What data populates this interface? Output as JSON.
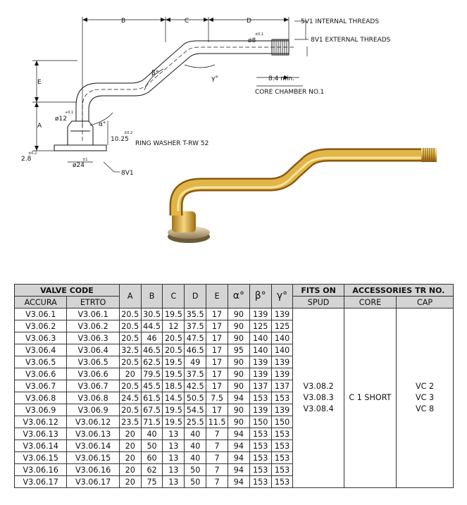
{
  "drawing": {
    "dimension_letters": {
      "a": "A",
      "b": "B",
      "c": "C",
      "d": "D",
      "e": "E"
    },
    "angles": {
      "alpha": "α°",
      "beta": "β°",
      "gamma": "γ°"
    },
    "labels": {
      "internal_threads": "5V1 INTERNAL THREADS",
      "external_threads": "8V1 EXTERNAL THREADS",
      "core_chamber": "CORE CHAMBER NO.1",
      "ring_washer": "RING WASHER T-RW 52",
      "base_thread": "8V1",
      "tube_dia": "ø8",
      "bend_dia": "ø12",
      "base_dia": "ø24",
      "core_len": "8.4 min.",
      "washer_h": "10.25",
      "base_h": "2.8"
    },
    "tolerances": {
      "tube_dia": "±0.1",
      "bend_dia": "+0.1",
      "washer_h": "±0.2",
      "base_h": "±0.2",
      "base_dia": "±1"
    },
    "colors": {
      "brass_light": "#f3d27a",
      "brass_mid": "#d9a535",
      "brass_dark": "#9c6a14",
      "washer": "#c9b48a"
    }
  },
  "table": {
    "group_headers": {
      "valve_code": "VALVE CODE",
      "fits_on": "FITS ON",
      "accessories": "ACCESSORIES TR NO."
    },
    "columns": {
      "accura": "ACCURA",
      "etrto": "ETRTO",
      "a": "A",
      "b": "B",
      "c": "C",
      "d": "D",
      "e": "E",
      "alpha": "α°",
      "beta": "β°",
      "gamma": "γ°",
      "spud": "SPUD",
      "core": "CORE",
      "cap": "CAP"
    },
    "rows": [
      [
        "V3.06.1",
        "V3.06.1",
        "20.5",
        "30.5",
        "19.5",
        "35.5",
        "17",
        "90",
        "139",
        "139"
      ],
      [
        "V3.06.2",
        "V3.06.2",
        "20.5",
        "44.5",
        "12",
        "37.5",
        "17",
        "90",
        "125",
        "125"
      ],
      [
        "V3.06.3",
        "V3.06.3",
        "20.5",
        "46",
        "20.5",
        "47.5",
        "17",
        "90",
        "140",
        "140"
      ],
      [
        "V3.06.4",
        "V3.06.4",
        "32.5",
        "46.5",
        "20.5",
        "46.5",
        "17",
        "95",
        "140",
        "140"
      ],
      [
        "V3.06.5",
        "V3.06.5",
        "20.5",
        "62.5",
        "19.5",
        "49",
        "17",
        "90",
        "139",
        "139"
      ],
      [
        "V3.06.6",
        "V3.06.6",
        "20",
        "79.5",
        "19.5",
        "37.5",
        "17",
        "90",
        "139",
        "139"
      ],
      [
        "V3.06.7",
        "V3.06.7",
        "20.5",
        "45.5",
        "18.5",
        "42.5",
        "17",
        "90",
        "137",
        "137"
      ],
      [
        "V3.06.8",
        "V3.06.8",
        "24.5",
        "61.5",
        "14.5",
        "50.5",
        "7.5",
        "94",
        "153",
        "153"
      ],
      [
        "V3.06.9",
        "V3.06.9",
        "20.5",
        "67.5",
        "19.5",
        "54.5",
        "17",
        "90",
        "139",
        "139"
      ],
      [
        "V3.06.12",
        "V3.06.12",
        "23.5",
        "71.5",
        "19.5",
        "25.5",
        "11.5",
        "90",
        "150",
        "150"
      ],
      [
        "V3.06.13",
        "V3.06.13",
        "20",
        "40",
        "13",
        "40",
        "7",
        "94",
        "153",
        "153"
      ],
      [
        "V3.06.14",
        "V3.06.14",
        "20",
        "50",
        "13",
        "40",
        "7",
        "94",
        "153",
        "153"
      ],
      [
        "V3.06.15",
        "V3.06.15",
        "20",
        "60",
        "13",
        "40",
        "7",
        "94",
        "153",
        "153"
      ],
      [
        "V3.06.16",
        "V3.06.16",
        "20",
        "62",
        "13",
        "50",
        "7",
        "94",
        "153",
        "153"
      ],
      [
        "V3.06.17",
        "V3.06.17",
        "20",
        "75",
        "13",
        "50",
        "7",
        "94",
        "153",
        "153"
      ]
    ],
    "spud": [
      "V3.08.2",
      "V3.08.3",
      "V3.08.4"
    ],
    "core": [
      "C 1 SHORT"
    ],
    "cap": [
      "VC 2",
      "VC 3",
      "VC 8"
    ]
  }
}
